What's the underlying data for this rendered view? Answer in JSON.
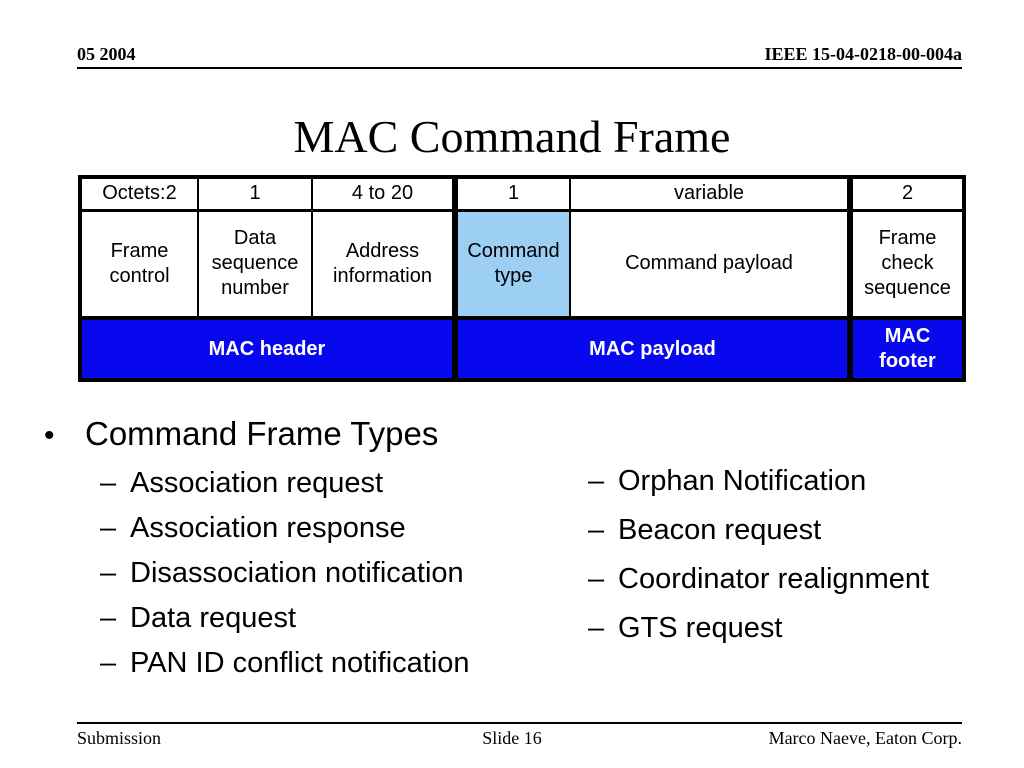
{
  "header": {
    "left": "05 2004",
    "right": "IEEE 15-04-0218-00-004a"
  },
  "title": "MAC Command Frame",
  "frame_table": {
    "octets_row": [
      "Octets:2",
      "1",
      "4 to 20",
      "1",
      "variable",
      "2"
    ],
    "fields_row": [
      "Frame control",
      "Data sequence number",
      "Address information",
      "Command type",
      "Command payload",
      "Frame check sequence"
    ],
    "sections_row": [
      "MAC header",
      "MAC payload",
      "MAC footer"
    ],
    "colors": {
      "highlight_cell_bg": "#9dcef3",
      "section_bg": "#0808ee",
      "section_text": "#ffffff"
    }
  },
  "bullets": {
    "bullet_char": "•",
    "dash_char": "–",
    "main": "Command Frame Types",
    "left_items": [
      "Association request",
      "Association response",
      "Disassociation notification",
      "Data request",
      "PAN ID conflict notification"
    ],
    "right_items": [
      "Orphan Notification",
      "Beacon request",
      "Coordinator realignment",
      "GTS request"
    ]
  },
  "footer": {
    "left": "Submission",
    "center": "Slide 16",
    "right": "Marco Naeve, Eaton Corp."
  }
}
